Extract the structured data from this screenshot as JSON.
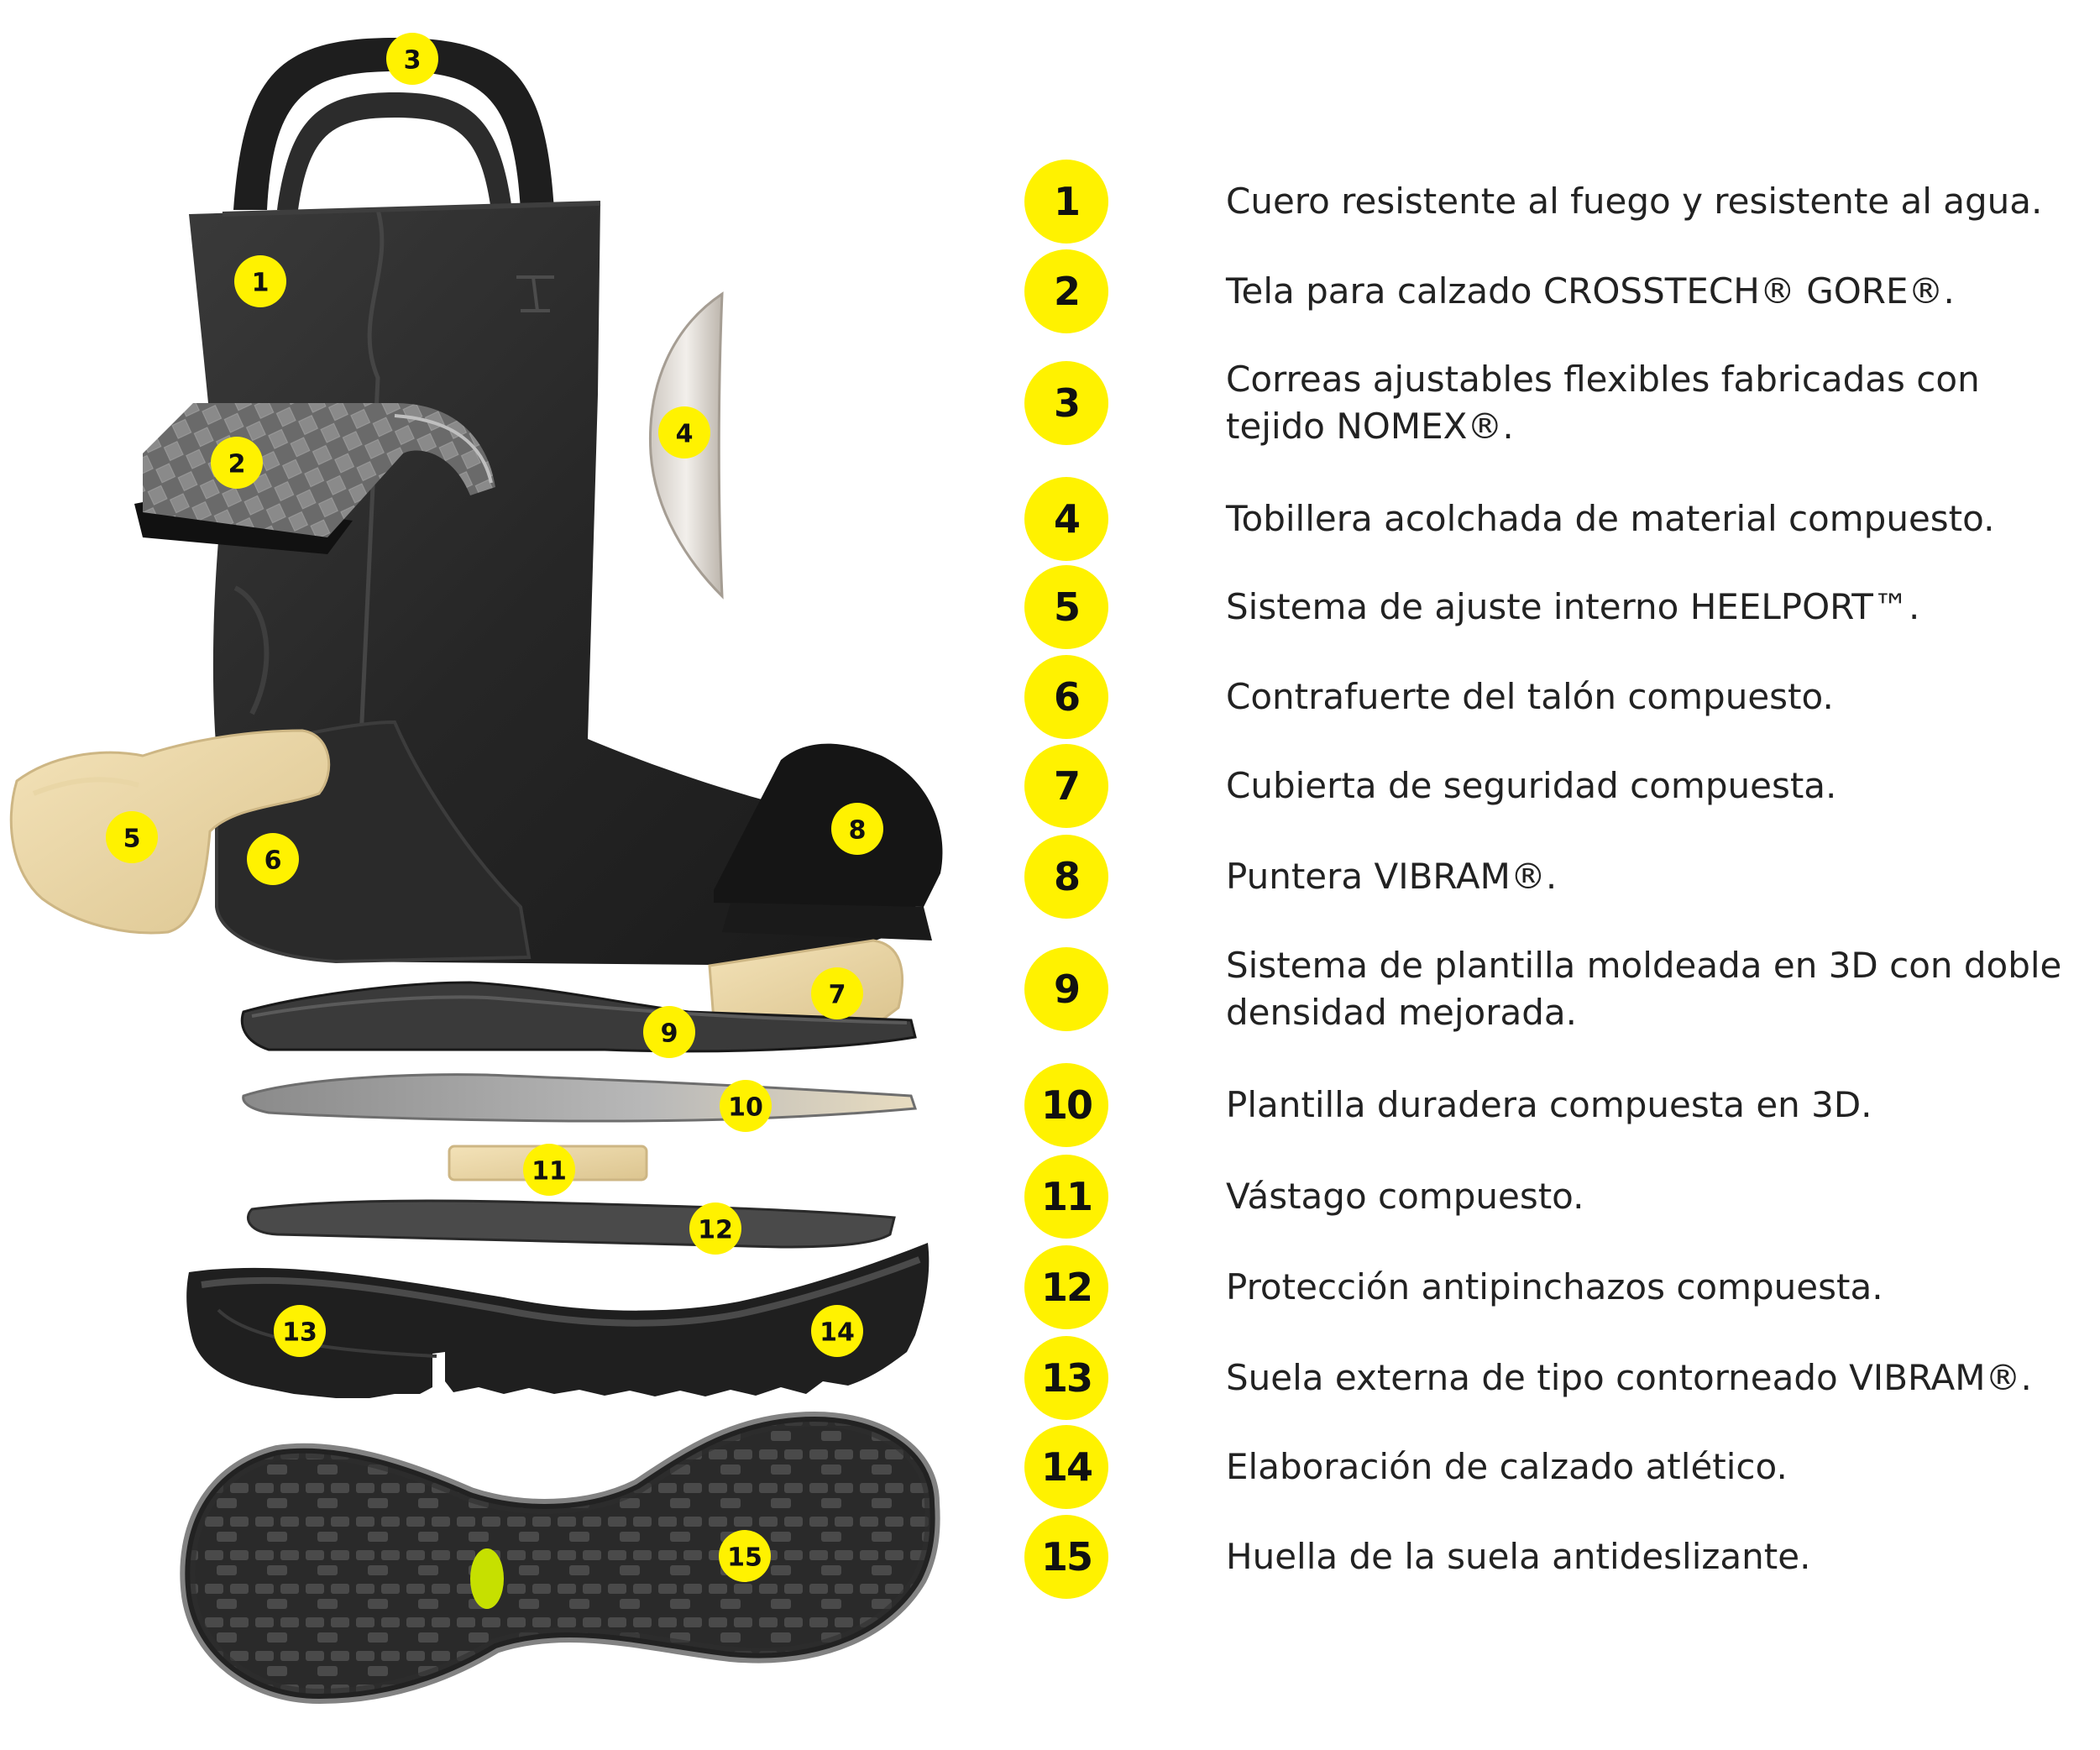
{
  "colors": {
    "marker": "#fff200",
    "boot_leather": "#2b2b2b",
    "text": "#222222"
  },
  "legend": {
    "items": [
      {
        "number": "1",
        "text": "Cuero resistente al fuego y resistente al agua."
      },
      {
        "number": "2",
        "text": "Tela para calzado CROSSTECH® GORE®."
      },
      {
        "number": "3",
        "text": "Correas ajustables flexibles fabricadas con tejido NOMEX®."
      },
      {
        "number": "4",
        "text": "Tobillera acolchada de material compuesto."
      },
      {
        "number": "5",
        "text": "Sistema de ajuste interno HEELPORT™."
      },
      {
        "number": "6",
        "text": "Contrafuerte del talón compuesto."
      },
      {
        "number": "7",
        "text": "Cubierta de seguridad compuesta."
      },
      {
        "number": "8",
        "text": "Puntera VIBRAM®."
      },
      {
        "number": "9",
        "text": "Sistema de plantilla moldeada en 3D con doble densidad mejorada."
      },
      {
        "number": "10",
        "text": "Plantilla duradera compuesta en 3D."
      },
      {
        "number": "11",
        "text": "Vástago compuesto."
      },
      {
        "number": "12",
        "text": "Protección antipinchazos compuesta."
      },
      {
        "number": "13",
        "text": "Suela externa de tipo contorneado VIBRAM®."
      },
      {
        "number": "14",
        "text": "Elaboración de calzado atlético."
      },
      {
        "number": "15",
        "text": "Huella de la suela antideslizante."
      }
    ]
  }
}
